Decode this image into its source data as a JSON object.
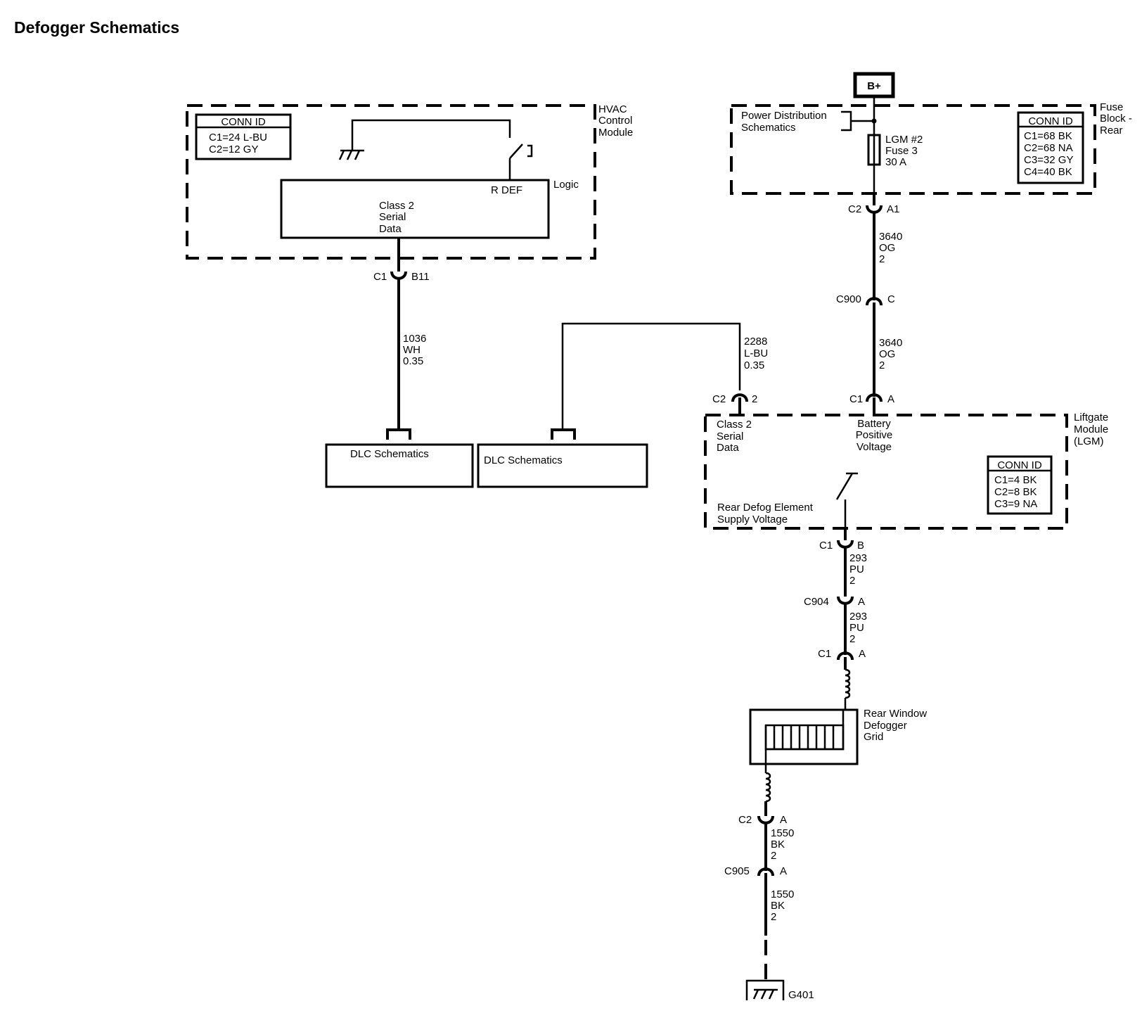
{
  "title": "Defogger Schematics",
  "hvac": {
    "name": [
      "HVAC",
      "Control",
      "Module"
    ],
    "conn_header": "CONN ID",
    "conn": [
      "C1=24 L-BU",
      "C2=12 GY"
    ],
    "logic_label": "Logic",
    "rdef_label": "R DEF",
    "serial_label": [
      "Class 2",
      "Serial",
      "Data"
    ],
    "pin_left": "C1",
    "pin_right": "B11",
    "wire": [
      "1036",
      "WH",
      "0.35"
    ]
  },
  "dlc_left": "DLC Schematics",
  "dlc_right": "DLC Schematics",
  "lgm_serial_wire": [
    "2288",
    "L-BU",
    "0.35"
  ],
  "bplus": "B+",
  "fuse_block": {
    "name": [
      "Fuse",
      "Block -",
      "Rear"
    ],
    "power_dist": [
      "Power Distribution",
      "Schematics"
    ],
    "fuse": [
      "LGM #2",
      "Fuse 3",
      "30 A"
    ],
    "conn_header": "CONN ID",
    "conn": [
      "C1=68 BK",
      "C2=68 NA",
      "C3=32 GY",
      "C4=40 BK"
    ],
    "pin_left": "C2",
    "pin_right": "A1"
  },
  "wire_3640_a": [
    "3640",
    "OG",
    "2"
  ],
  "c900": {
    "left": "C900",
    "right": "C"
  },
  "wire_3640_b": [
    "3640",
    "OG",
    "2"
  ],
  "lgm": {
    "name": [
      "Liftgate",
      "Module",
      "(LGM)"
    ],
    "pin_serial_left": "C2",
    "pin_serial_right": "2",
    "pin_batt_left": "C1",
    "pin_batt_right": "A",
    "serial_label": [
      "Class 2",
      "Serial",
      "Data"
    ],
    "battery_label": [
      "Battery",
      "Positive",
      "Voltage"
    ],
    "defog_label": [
      "Rear Defog Element",
      "Supply Voltage"
    ],
    "conn_header": "CONN ID",
    "conn": [
      "C1=4 BK",
      "C2=8 BK",
      "C3=9 NA"
    ],
    "pin_out_left": "C1",
    "pin_out_right": "B"
  },
  "wire_293_a": [
    "293",
    "PU",
    "2"
  ],
  "c904": {
    "left": "C904",
    "right": "A"
  },
  "wire_293_b": [
    "293",
    "PU",
    "2"
  ],
  "grid_pin_in": {
    "left": "C1",
    "right": "A"
  },
  "grid_label": [
    "Rear Window",
    "Defogger",
    "Grid"
  ],
  "grid_pin_out": {
    "left": "C2",
    "right": "A"
  },
  "wire_1550_a": [
    "1550",
    "BK",
    "2"
  ],
  "c905": {
    "left": "C905",
    "right": "A"
  },
  "wire_1550_b": [
    "1550",
    "BK",
    "2"
  ],
  "ground": "G401"
}
